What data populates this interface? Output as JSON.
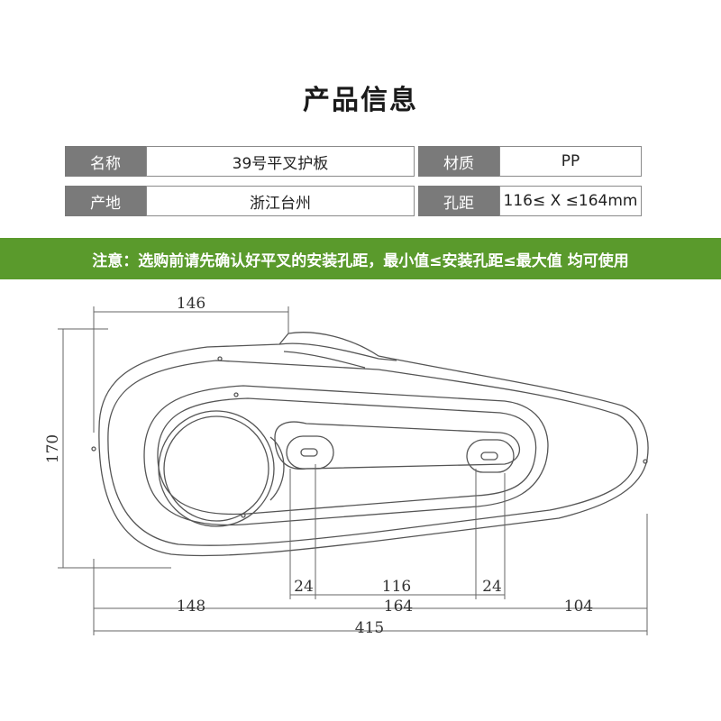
{
  "title": "产品信息",
  "specs": {
    "row1": {
      "label1": "名称",
      "value1": "39号平叉护板",
      "label2": "材质",
      "value2": "PP"
    },
    "row2": {
      "label1": "产地",
      "value1": "浙江台州",
      "label2": "孔距",
      "value2": "116≤ X ≤164mm"
    }
  },
  "notice": "注意：选购前请先确认好平叉的安装孔距，最小值≤安装孔距≤最大值 均可使用",
  "drawing": {
    "dimensions": {
      "top_width": "146",
      "height": "170",
      "left_seg": "148",
      "mid_seg": "164",
      "right_seg": "104",
      "total": "415",
      "hole_left_offset": "24",
      "hole_span": "116",
      "hole_right_offset": "24"
    }
  },
  "colors": {
    "label_bg": "#7a7a7a",
    "notice_bg": "#5a9a2c"
  }
}
